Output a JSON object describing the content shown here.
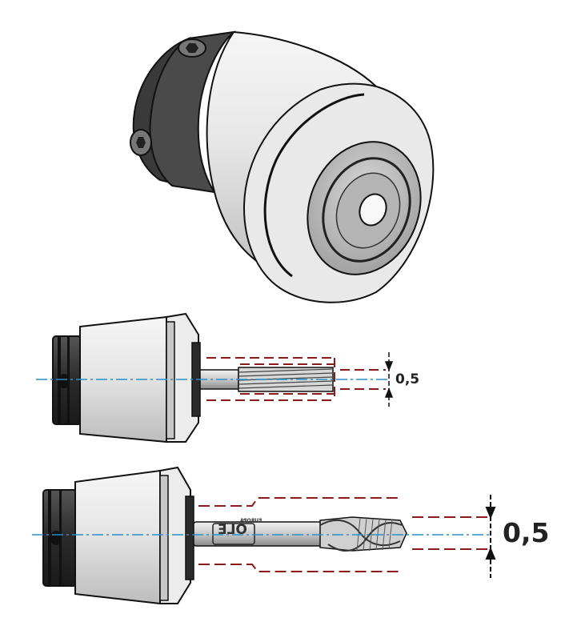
{
  "views": [
    {
      "id": "iso",
      "label": ""
    },
    {
      "id": "side-1",
      "dimension": "0,5"
    },
    {
      "id": "side-2",
      "dimension": "0,5",
      "tap_brand": "OLE",
      "tap_brand_sub": "EUROPA"
    }
  ],
  "colors": {
    "body": "#e4e4e4",
    "dark": "#2e2e2e",
    "outline": "#111111",
    "axis": "#2a8fc8",
    "envelope": "#8b1a1a"
  }
}
